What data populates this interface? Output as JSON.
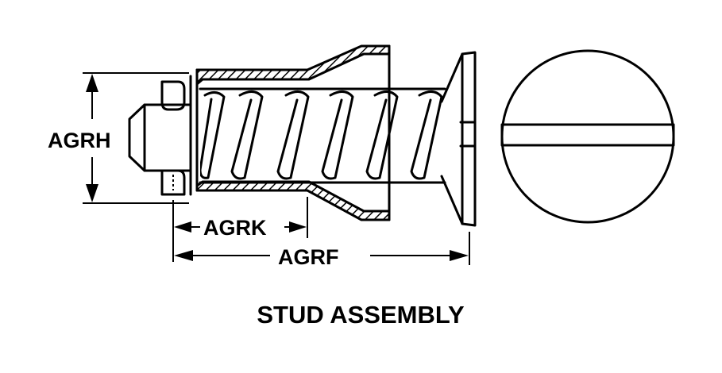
{
  "dimensions": {
    "height_label": "AGRH",
    "inner_length_label": "AGRK",
    "overall_length_label": "AGRF"
  },
  "caption": "STUD ASSEMBLY"
}
